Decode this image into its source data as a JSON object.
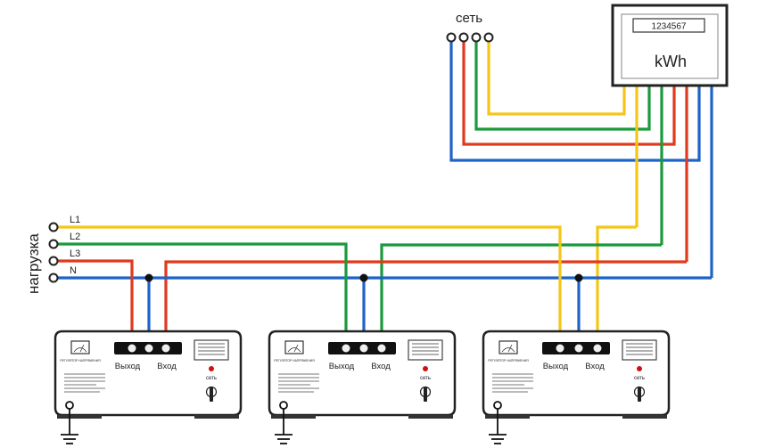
{
  "grid_label": "сеть",
  "load_label": "нагрузка",
  "lines": [
    {
      "id": "L1",
      "label": "L1"
    },
    {
      "id": "L2",
      "label": "L2"
    },
    {
      "id": "L3",
      "label": "L3"
    },
    {
      "id": "N",
      "label": "N"
    }
  ],
  "meter": {
    "display": "1234567",
    "unit": "kWh"
  },
  "stabilizers": [
    {
      "output_label": "Выход",
      "input_label": "Вход",
      "power_label": "сеть",
      "meter_caption": "РЕГУЛЯТОР НАПРЯЖЕНИЯ"
    },
    {
      "output_label": "Выход",
      "input_label": "Вход",
      "power_label": "сеть",
      "meter_caption": "РЕГУЛЯТОР НАПРЯЖЕНИЯ"
    },
    {
      "output_label": "Выход",
      "input_label": "Вход",
      "power_label": "сеть",
      "meter_caption": "РЕГУЛЯТОР НАПРЯЖЕНИЯ"
    }
  ],
  "colors": {
    "L1": "#f5c518",
    "L2": "#1a9a3c",
    "L3": "#e03a1e",
    "N": "#1e63c8",
    "device_outline": "#222222"
  }
}
